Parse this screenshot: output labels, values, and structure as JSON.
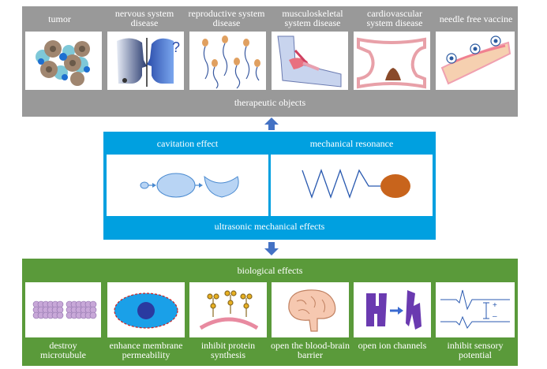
{
  "therapeutic": {
    "items": [
      {
        "label": "tumor"
      },
      {
        "label": "nervous system disease"
      },
      {
        "label": "reproductive system disease"
      },
      {
        "label": "musculoskeletal system disease"
      },
      {
        "label": "cardiovascular system disease"
      },
      {
        "label": "needle free  vaccine"
      }
    ],
    "caption": "therapeutic objects",
    "color": "#999999"
  },
  "mechanical": {
    "left_title": "cavitation effect",
    "right_title": "mechanical resonance",
    "caption": "ultrasonic mechanical effects",
    "color": "#00a0e0"
  },
  "biological": {
    "title": "biological effects",
    "items": [
      {
        "label": "destroy microtubule"
      },
      {
        "label": "enhance membrane permeability"
      },
      {
        "label": "inhibit protein synthesis"
      },
      {
        "label": "open the blood-brain barrier"
      },
      {
        "label": "open ion channels"
      },
      {
        "label": "inhibit sensory potential"
      }
    ],
    "color": "#5a9a3a"
  },
  "arrow_color": "#4472c4"
}
